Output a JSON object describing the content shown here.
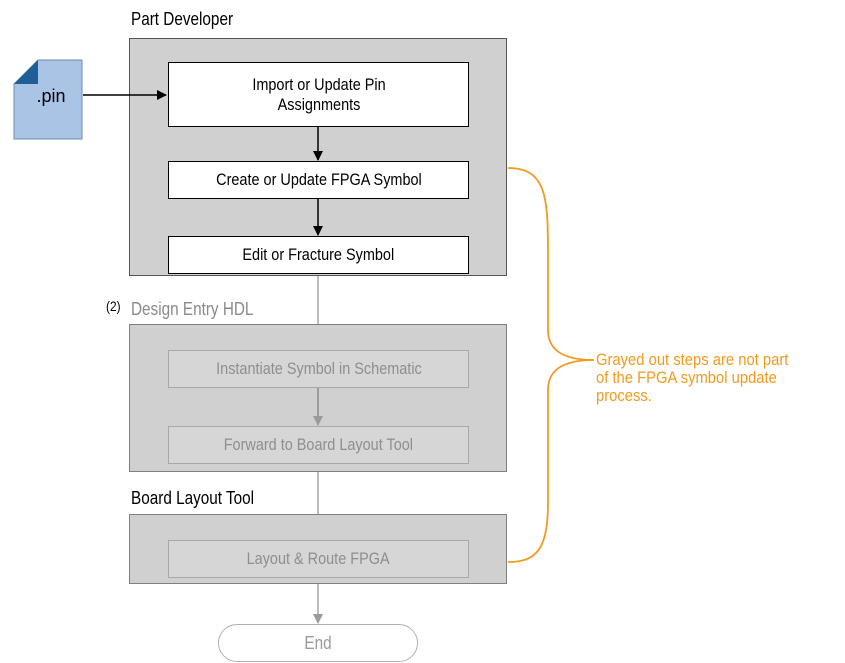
{
  "file_input": {
    "label": ".pin",
    "icon": "document-icon",
    "fill_color": "#a9c4e4",
    "fold_color": "#1f5e96"
  },
  "groups": {
    "part_developer": {
      "title": "Part Developer",
      "steps": [
        "Import or Update Pin Assignments",
        "Create or Update FPGA Symbol",
        "Edit or Fracture Symbol"
      ]
    },
    "design_entry": {
      "title": "Design Entry HDL",
      "note": "(2)",
      "steps": [
        "Instantiate Symbol in Schematic",
        "Forward to Board Layout Tool"
      ]
    },
    "board_layout": {
      "title": "Board Layout Tool",
      "steps": [
        "Layout & Route FPGA"
      ]
    }
  },
  "end": {
    "label": "End"
  },
  "callout": {
    "text": "Grayed out steps are not part of the FPGA symbol update process.",
    "color": "#f39a1d"
  },
  "colors": {
    "panel_fill": "#d0d0d0",
    "active_box": "#ffffff",
    "grayed_text": "#8a8a8a",
    "grayed_arrow": "#a0a0a0"
  }
}
